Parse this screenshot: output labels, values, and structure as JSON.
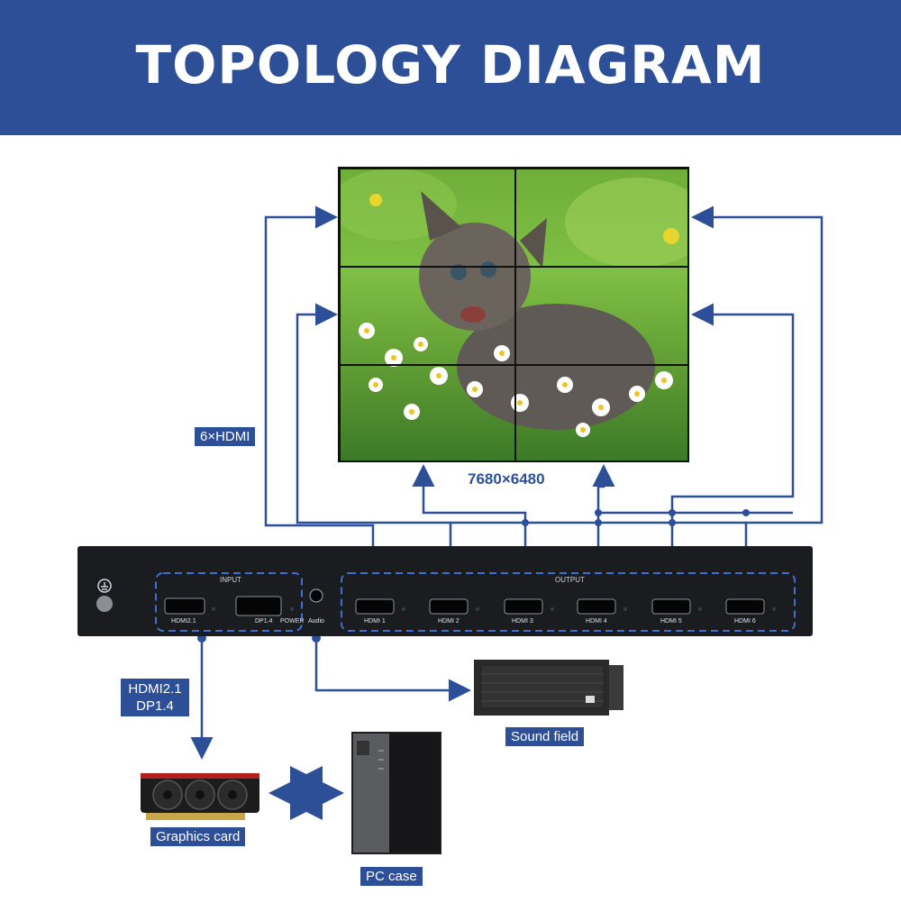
{
  "header": {
    "title": "TOPOLOGY DIAGRAM"
  },
  "labels": {
    "hdmi_out": "6×HDMI",
    "resolution": "7680×6480",
    "input_types": [
      "HDMI2.1",
      "DP1.4"
    ],
    "sound": "Sound field",
    "graphics": "Graphics card",
    "pc": "PC case"
  },
  "device": {
    "input_label": "INPUT",
    "output_label": "OUTPUT",
    "ports": [
      "HDMI2.1",
      "DP1.4",
      "POWER",
      "Audio"
    ],
    "outputs": [
      "HDMI 1",
      "HDMI 2",
      "HDMI 3",
      "HDMI 4",
      "HDMI 5",
      "HDMI 6"
    ]
  },
  "colors": {
    "accent": "#2d4f98",
    "device": "#1b1c1f",
    "line": "#2d4f98"
  },
  "icons": [
    "video-wall-image",
    "ground-icon",
    "hdmi-port-icon",
    "dp-port-icon",
    "speaker-icon",
    "gpu-icon",
    "pc-tower-icon"
  ]
}
